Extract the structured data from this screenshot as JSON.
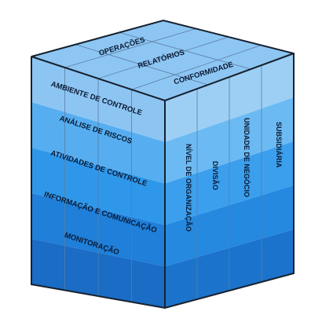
{
  "diagram": {
    "top_face_labels": [
      "OPERAÇÕES",
      "RELATÓRIOS",
      "CONFORMIDADE"
    ],
    "front_face_labels": [
      "AMBIENTE DE CONTROLE",
      "ANÁLISE DE RISCOS",
      "ATIVIDADES DE CONTROLE",
      "INFORMAÇÃO E COMUNICAÇÃO",
      "MONITORAÇÃO"
    ],
    "side_face_labels": [
      "NÍVEL DE ORGANIZAÇÃO",
      "DIVISÃO",
      "UNIDADE DE NEGÓCIO",
      "SUBSIDIÁRIA"
    ],
    "colors": {
      "top_face": "#8ec6f3",
      "front_bands": [
        "#8dc5f2",
        "#56aef0",
        "#2f97ea",
        "#1f7fd9",
        "#1a6cc4"
      ],
      "side_bands": [
        "#9dcff5",
        "#6cbaf3",
        "#3b9fee",
        "#2589e0",
        "#1c73cc"
      ],
      "edge": "#16212e",
      "grid": "#5a7da3"
    }
  }
}
